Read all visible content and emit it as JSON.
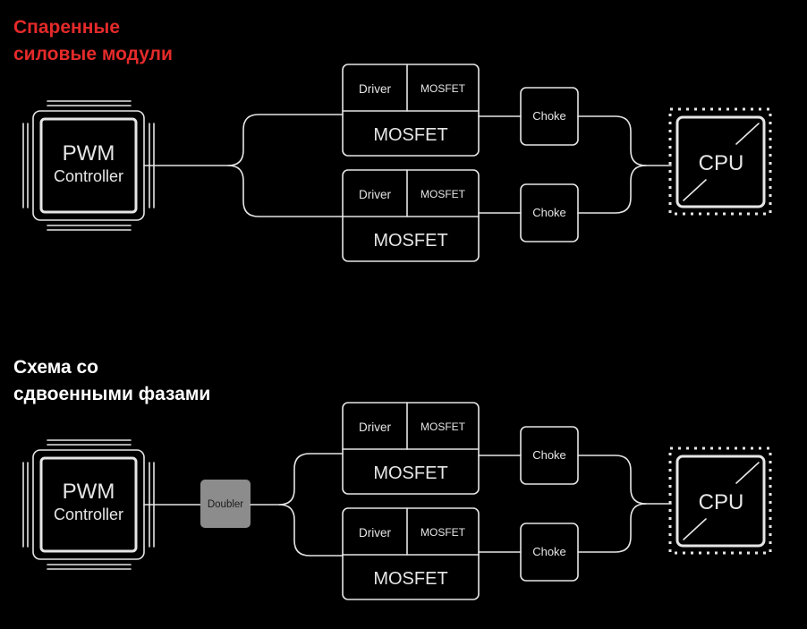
{
  "colors": {
    "background": "#000000",
    "line": "#e6e6e6",
    "title_paired": "#e42a2a",
    "title_doubled": "#ffffff",
    "doubler": "#8c8c8c"
  },
  "diagrams": [
    {
      "title_lines": [
        "Спаренные",
        "силовые модули"
      ],
      "pwm": {
        "line1": "PWM",
        "line2": "Controller"
      },
      "modules": [
        {
          "driver": "Driver",
          "mosfet_small": "MOSFET",
          "mosfet_large": "MOSFET",
          "choke": "Choke"
        },
        {
          "driver": "Driver",
          "mosfet_small": "MOSFET",
          "mosfet_large": "MOSFET",
          "choke": "Choke"
        }
      ],
      "cpu": "CPU"
    },
    {
      "title_lines": [
        "Схема со",
        "сдвоенными фазами"
      ],
      "pwm": {
        "line1": "PWM",
        "line2": "Controller"
      },
      "doubler": "Doubler",
      "modules": [
        {
          "driver": "Driver",
          "mosfet_small": "MOSFET",
          "mosfet_large": "MOSFET",
          "choke": "Choke"
        },
        {
          "driver": "Driver",
          "mosfet_small": "MOSFET",
          "mosfet_large": "MOSFET",
          "choke": "Choke"
        }
      ],
      "cpu": "CPU"
    }
  ]
}
